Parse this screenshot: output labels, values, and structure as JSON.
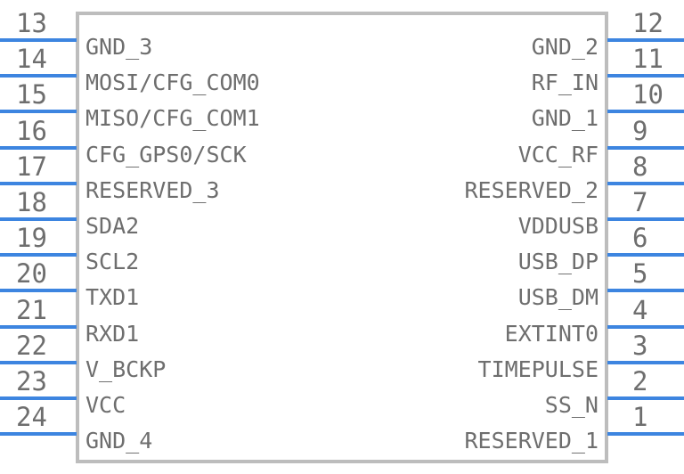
{
  "diagram": {
    "title": "IC pin assignment diagram",
    "body": {
      "border_color": "#bdbdbd",
      "fill_color": "#ffffff"
    },
    "pin_color": "#3d85e0",
    "text_color": "#6e6e6e"
  },
  "pins": {
    "left": [
      {
        "number": "13",
        "label": "GND_3"
      },
      {
        "number": "14",
        "label": "MOSI/CFG_COM0"
      },
      {
        "number": "15",
        "label": "MISO/CFG_COM1"
      },
      {
        "number": "16",
        "label": "CFG_GPS0/SCK"
      },
      {
        "number": "17",
        "label": "RESERVED_3"
      },
      {
        "number": "18",
        "label": "SDA2"
      },
      {
        "number": "19",
        "label": "SCL2"
      },
      {
        "number": "20",
        "label": "TXD1"
      },
      {
        "number": "21",
        "label": "RXD1"
      },
      {
        "number": "22",
        "label": "V_BCKP"
      },
      {
        "number": "23",
        "label": "VCC"
      },
      {
        "number": "24",
        "label": "GND_4"
      }
    ],
    "right": [
      {
        "number": "12",
        "label": "GND_2"
      },
      {
        "number": "11",
        "label": "RF_IN"
      },
      {
        "number": "10",
        "label": "GND_1"
      },
      {
        "number": "9",
        "label": "VCC_RF"
      },
      {
        "number": "8",
        "label": "RESERVED_2"
      },
      {
        "number": "7",
        "label": "VDDUSB"
      },
      {
        "number": "6",
        "label": "USB_DP"
      },
      {
        "number": "5",
        "label": "USB_DM"
      },
      {
        "number": "4",
        "label": "EXTINT0"
      },
      {
        "number": "3",
        "label": "TIMEPULSE"
      },
      {
        "number": "2",
        "label": "SS_N"
      },
      {
        "number": "1",
        "label": "RESERVED_1"
      }
    ]
  }
}
